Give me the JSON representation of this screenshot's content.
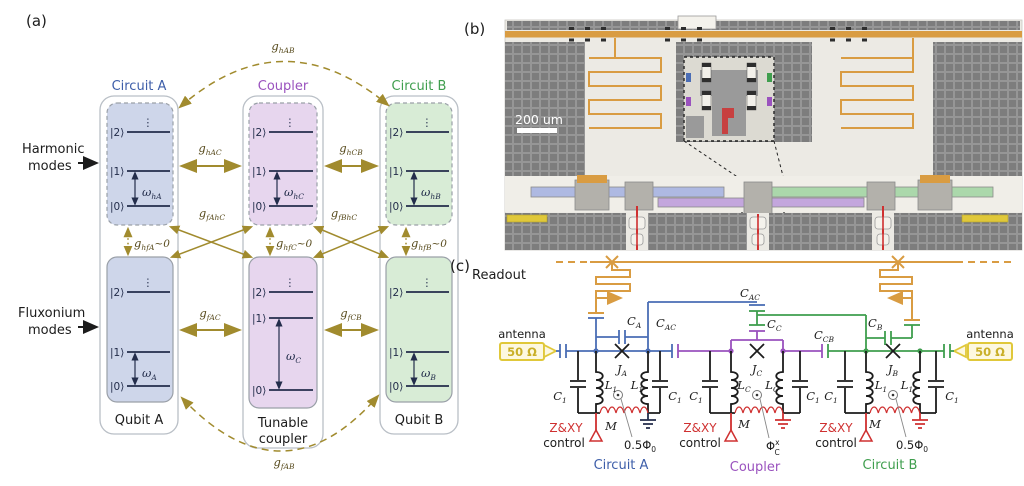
{
  "figure": {
    "panel_a_label": "(a)",
    "panel_b_label": "(b)",
    "panel_c_label": "(c)"
  },
  "panel_a": {
    "side_labels": {
      "harmonic_line1": "Harmonic",
      "harmonic_line2": "modes",
      "fluxonium_line1": "Fluxonium",
      "fluxonium_line2": "modes"
    },
    "columns": {
      "A": {
        "title": "Circuit A",
        "footer": "Qubit A"
      },
      "C": {
        "title": "Coupler",
        "footer_line1": "Tunable",
        "footer_line2": "coupler"
      },
      "B": {
        "title": "Circuit B",
        "footer": "Qubit B"
      }
    },
    "kets": {
      "k2": "|2⟩",
      "k1": "|1⟩",
      "k0": "|0⟩",
      "dots": "⋮"
    },
    "omega": {
      "hA": {
        "m": "ω",
        "s": "hA"
      },
      "hC": {
        "m": "ω",
        "s": "hC"
      },
      "hB": {
        "m": "ω",
        "s": "hB"
      },
      "fA": {
        "m": "ω",
        "s": "A"
      },
      "fC": {
        "m": "ω",
        "s": "C"
      },
      "fB": {
        "m": "ω",
        "s": "B"
      }
    },
    "couplings": {
      "hAB": {
        "m": "g",
        "s": "hAB"
      },
      "hAC": {
        "m": "g",
        "s": "hAC"
      },
      "hCB": {
        "m": "g",
        "s": "hCB"
      },
      "fAhC": {
        "m": "g",
        "s": "fAhC"
      },
      "fBhC": {
        "m": "g",
        "s": "fBhC"
      },
      "hfA": {
        "m": "g",
        "s": "hfA",
        "x": "~0"
      },
      "hfC": {
        "m": "g",
        "s": "hfC",
        "x": "~0"
      },
      "hfB": {
        "m": "g",
        "s": "hfB",
        "x": "~0"
      },
      "fAC": {
        "m": "g",
        "s": "fAC"
      },
      "fCB": {
        "m": "g",
        "s": "fCB"
      },
      "fAB": {
        "m": "g",
        "s": "fAB"
      }
    }
  },
  "panel_b": {
    "scale_bar": "200 um"
  },
  "panel_c": {
    "readout": "Readout",
    "antenna_label": "antenna",
    "impedance": "50 Ω",
    "capacitors": {
      "CA": {
        "m": "C",
        "s": "A"
      },
      "CAC": {
        "m": "C",
        "s": "AC"
      },
      "CC": {
        "m": "C",
        "s": "C"
      },
      "CCB": {
        "m": "C",
        "s": "CB"
      },
      "CB": {
        "m": "C",
        "s": "B"
      },
      "C1": {
        "m": "C",
        "s": "1"
      }
    },
    "junctions": {
      "JA": {
        "m": "J",
        "s": "A"
      },
      "JC": {
        "m": "J",
        "s": "C"
      },
      "JB": {
        "m": "J",
        "s": "B"
      }
    },
    "inductors": {
      "L1": {
        "m": "L",
        "s": "1"
      },
      "LC": {
        "m": "L",
        "s": "C"
      }
    },
    "mutual": "M",
    "flux_qubit": {
      "m": "0.5Φ",
      "s": "0"
    },
    "flux_coupler": {
      "m": "Φ",
      "sup": "x",
      "s": "C"
    },
    "control_line1": "Z&XY",
    "control_line2": "control",
    "footers": {
      "A": "Circuit A",
      "C": "Coupler",
      "B": "Circuit B"
    }
  },
  "colors": {
    "blue": "#4a6db5",
    "blue_title": "#3d5ea9",
    "purple": "#9a52be",
    "green": "#3f9e4e",
    "olive": "#a18b2e",
    "olive_text": "#574a1c",
    "navy": "#232d4b",
    "ink": "#1c1c1c",
    "orange": "#d99c42",
    "yellow": "#e0c83a",
    "yellow_pale": "#fdf8e0",
    "red": "#cf3030",
    "box_blue": "#ced6ea",
    "box_purple": "#e7d6ee",
    "box_green": "#d8ecd6",
    "outer_border": "#b9bfc6",
    "inner_border": "#9aa0a8",
    "chip_bg": "#eceae4",
    "chip_gray": "#969696",
    "chip_gray_dark": "#7d7d7d",
    "chip_blue": "#aeb9e2",
    "chip_purple": "#c3a6dd",
    "chip_green": "#abd8ab"
  }
}
